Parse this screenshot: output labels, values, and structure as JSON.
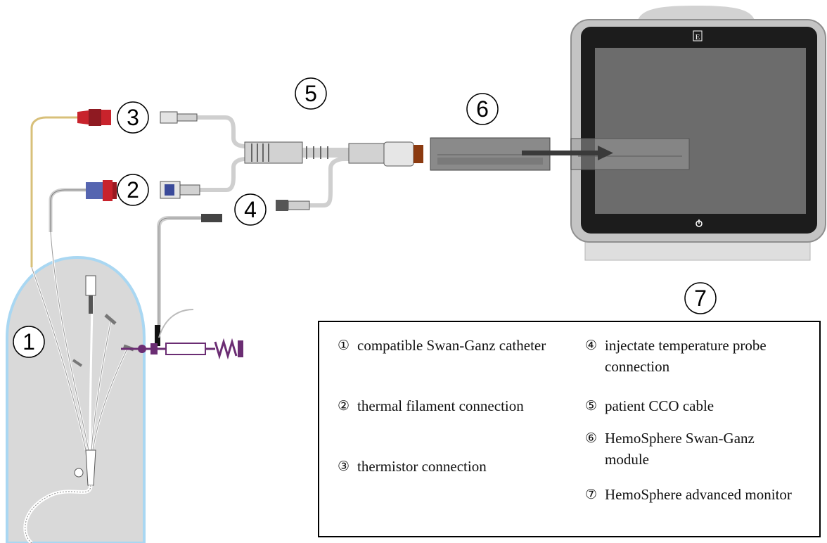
{
  "callouts": {
    "n1": "1",
    "n2": "2",
    "n3": "3",
    "n4": "4",
    "n5": "5",
    "n6": "6",
    "n7": "7"
  },
  "monitor": {
    "logo": "E"
  },
  "legend": {
    "items": [
      {
        "symbol": "①",
        "text": "compatible Swan-Ganz catheter"
      },
      {
        "symbol": "②",
        "text": "thermal filament connection"
      },
      {
        "symbol": "③",
        "text": "thermistor connection"
      },
      {
        "symbol": "④",
        "text": "injectate temperature probe connection"
      },
      {
        "symbol": "⑤",
        "text": "patient CCO cable"
      },
      {
        "symbol": "⑥",
        "text": "HemoSphere Swan-Ganz module"
      },
      {
        "symbol": "⑦",
        "text": "HemoSphere advanced monitor"
      }
    ]
  },
  "colors": {
    "catheter_bg": "#d9d9d9",
    "catheter_border": "#a9d7f2",
    "thermistor_connector": "#c8232c",
    "filament_connector": "#5565b0",
    "syringe": "#6b2d73",
    "module_body": "#8a8a8a",
    "monitor_screen": "#6c6c6c",
    "monitor_bezel": "#1c1c1c"
  }
}
